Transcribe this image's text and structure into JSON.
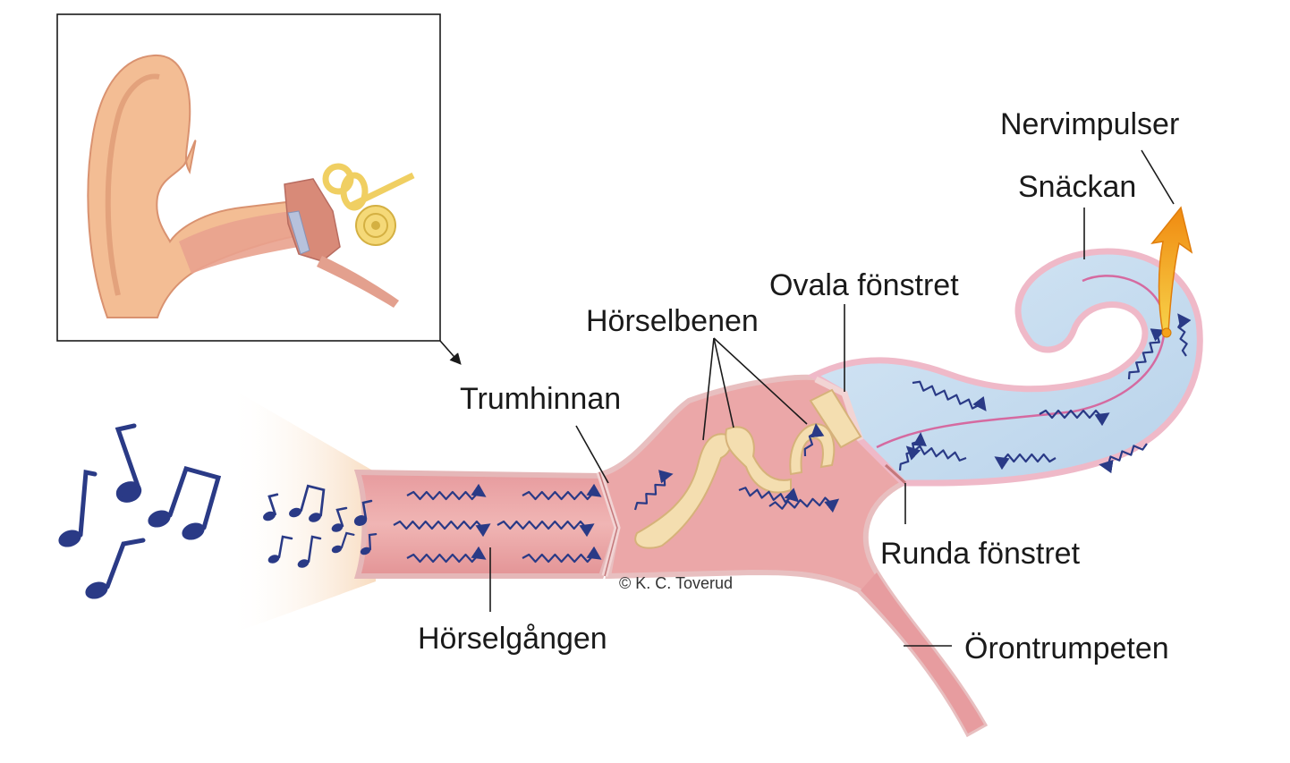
{
  "labels": {
    "nervimpulser": "Nervimpulser",
    "snackan": "Snäckan",
    "ovala_fonstret": "Ovala fönstret",
    "horselbenen": "Hörselbenen",
    "trumhinnan": "Trumhinnan",
    "runda_fonstret": "Runda fönstret",
    "horselgangen": "Hörselgången",
    "orontrumpeten": "Örontrumpeten"
  },
  "credit": "© K. C. Toverud",
  "colors": {
    "canal": "#eba7a8",
    "canal_dark": "#c8797c",
    "cochlea": "#c9def0",
    "cochlea_edge": "#e3a3b8",
    "ossicle": "#f4deb0",
    "sound_cone": "#fbe6cf",
    "wave": "#2a3a86",
    "impulse": "#f5a11a",
    "ear_skin": "#f2b98e"
  },
  "icons": {
    "music_notes": "music-notes-icon",
    "impulse_arrow": "nerve-impulse-arrow-icon",
    "inset_arrow": "inset-pointer-arrow-icon"
  }
}
